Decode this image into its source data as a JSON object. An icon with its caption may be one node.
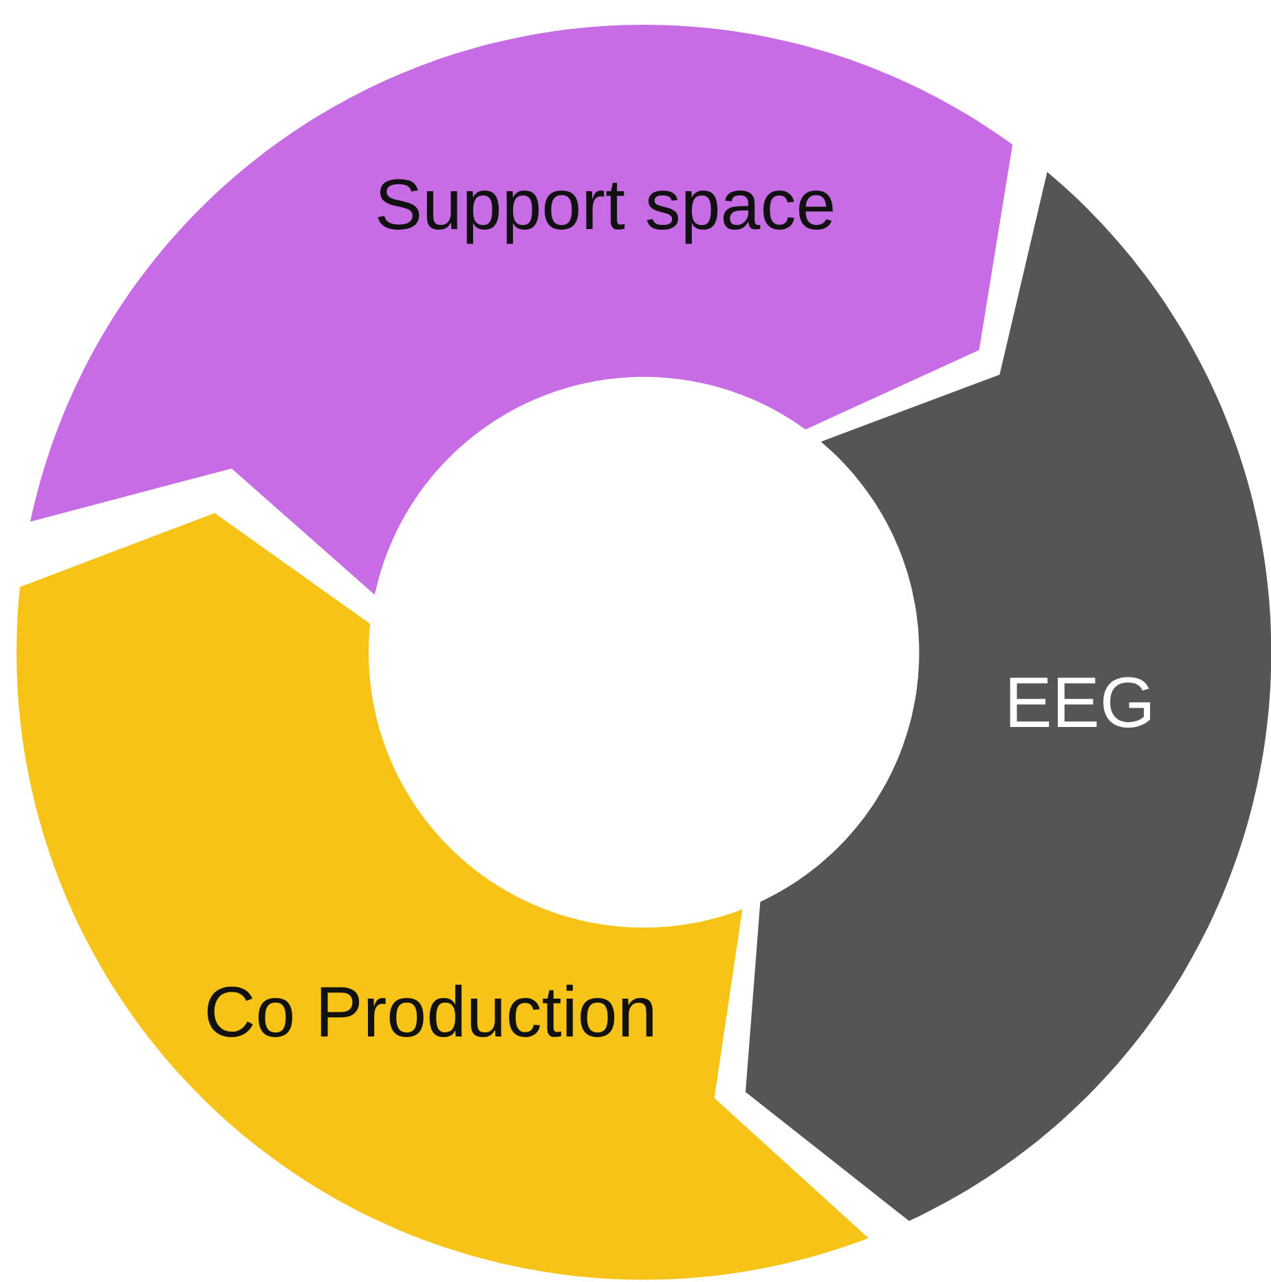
{
  "diagram": {
    "nodes": [
      {
        "text": [
          "Support space"
        ]
      },
      {
        "text": [
          "EEG"
        ]
      },
      {
        "text": [
          "Co Production"
        ]
      }
    ]
  }
}
